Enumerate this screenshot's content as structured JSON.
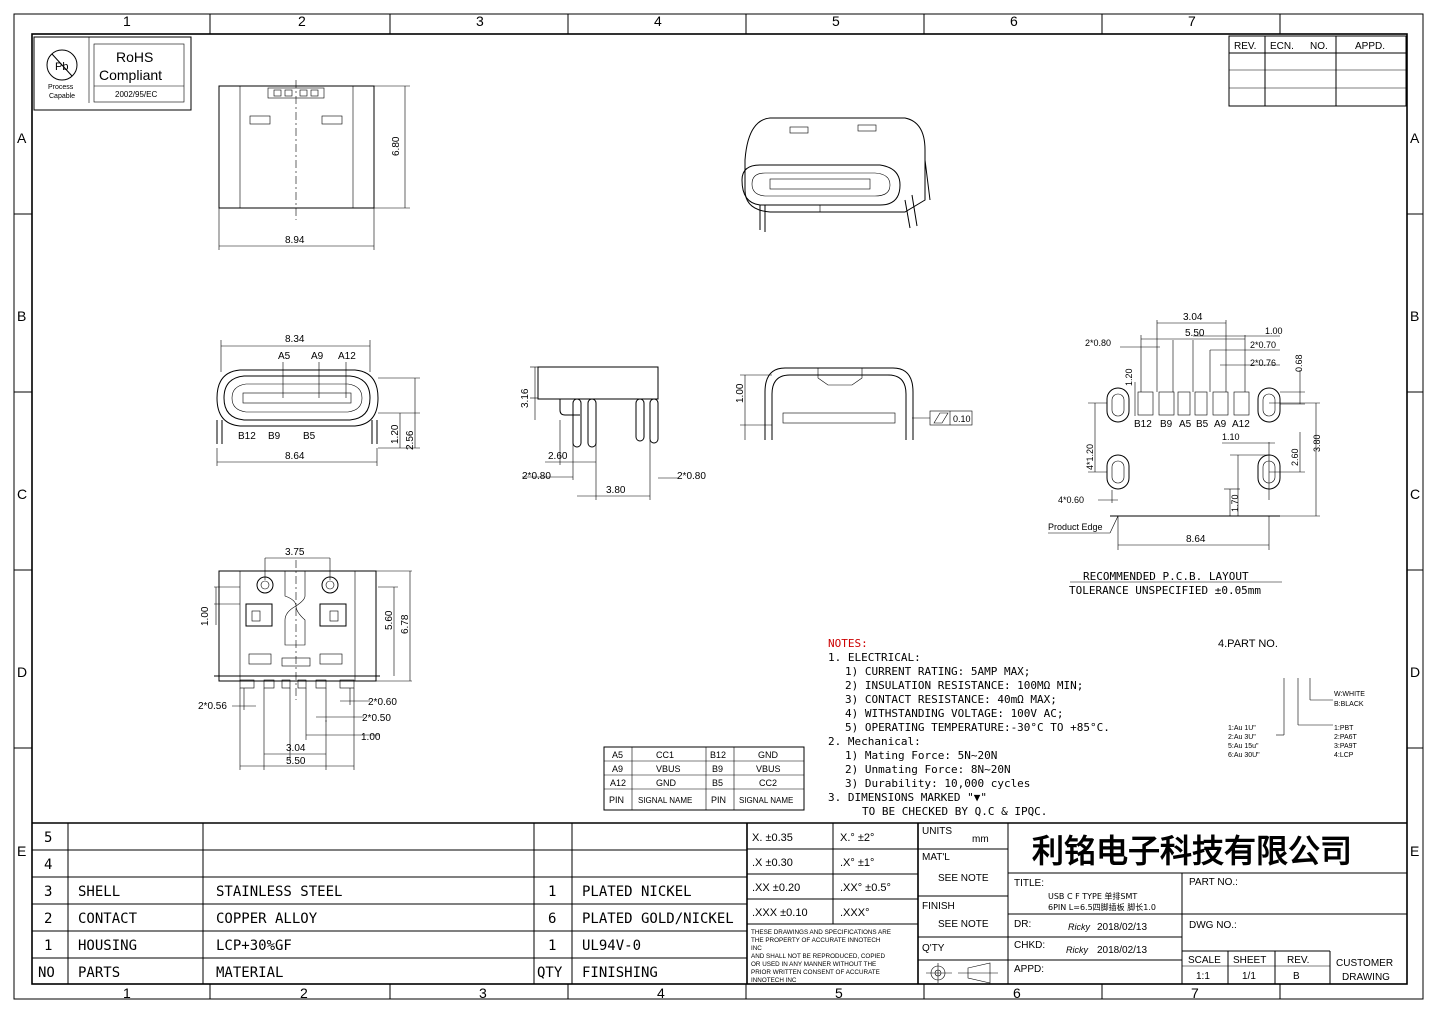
{
  "grid": {
    "columns": [
      "1",
      "2",
      "3",
      "4",
      "5",
      "6",
      "7"
    ],
    "rows": [
      "A",
      "B",
      "C",
      "D",
      "E"
    ]
  },
  "rohs": {
    "symbol": "Pb",
    "process_capable": [
      "Process",
      "Capable"
    ],
    "title_line1": "RoHS",
    "title_line2": "Compliant",
    "directive": "2002/95/EC"
  },
  "revision_block": {
    "headers": [
      "REV.",
      "ECN.",
      "NO.",
      "APPD."
    ]
  },
  "dims": {
    "top_height": "6.80",
    "top_width": "8.94",
    "front_top": "8.34",
    "front_bottom": "8.64",
    "front_h1": "1.20",
    "front_h2": "2.56",
    "front_pins_top": [
      "A5",
      "A9",
      "A12"
    ],
    "front_pins_bottom": [
      "B12",
      "B9",
      "B5"
    ],
    "side_h": "3.16",
    "side_2_60": "2.60",
    "side_pin_w_left": "2*0.80",
    "side_pin_w_right": "2*0.80",
    "side_3_80": "3.80",
    "rear_h": "1.00",
    "flatness": "0.10",
    "bottom_3_75": "3.75",
    "bottom_1_00": "1.00",
    "bottom_5_60": "5.60",
    "bottom_6_78": "6.78",
    "bottom_2_056": "2*0.56",
    "bottom_2_060": "2*0.60",
    "bottom_2_050": "2*0.50",
    "bottom_1_00b": "1.00",
    "bottom_3_04": "3.04",
    "bottom_5_50": "5.50"
  },
  "pcb": {
    "d_5_50": "5.50",
    "d_3_04": "3.04",
    "d_1_00": "1.00",
    "d_2_070": "2*0.70",
    "d_2_076": "2*0.76",
    "d_2_080": "2*0.80",
    "d_1_20": "1.20",
    "d_0_68": "0.68",
    "d_4_120": "4*1.20",
    "d_4_060": "4*0.60",
    "d_1_10": "1.10",
    "d_2_60": "2.60",
    "d_3_80": "3.80",
    "d_1_70": "1.70",
    "d_8_64": "8.64",
    "pad_labels": [
      "B12",
      "B9",
      "A5",
      "B5",
      "A9",
      "A12"
    ],
    "product_edge": "Product Edge",
    "title": "RECOMMENDED  P.C.B. LAYOUT",
    "tolerance": "TOLERANCE UNSPECIFIED ±0.05mm"
  },
  "pin_table": {
    "rows": [
      [
        "A5",
        "CC1",
        "B12",
        "GND"
      ],
      [
        "A9",
        "VBUS",
        "B9",
        "VBUS"
      ],
      [
        "A12",
        "GND",
        "B5",
        "CC2"
      ],
      [
        "PIN",
        "SIGNAL NAME",
        "PIN",
        "SIGNAL NAME"
      ]
    ]
  },
  "notes": {
    "heading": "NOTES:",
    "lines": [
      "1. ELECTRICAL:",
      "1) CURRENT RATING: 5AMP MAX;",
      "2) INSULATION RESISTANCE: 100MΩ MIN;",
      "3) CONTACT RESISTANCE: 40mΩ MAX;",
      "4) WITHSTANDING VOLTAGE: 100V AC;",
      "5) OPERATING TEMPERATURE:-30°C TO +85°C.",
      "2. Mechanical:",
      "1) Mating Force:  5N~20N",
      "2) Unmating Force:  8N~20N",
      "3) Durability: 10,000 cycles",
      "3. DIMENSIONS MARKED \"▼\"",
      "TO BE CHECKED BY Q.C & IPQC."
    ]
  },
  "part_no": {
    "title": "4.PART NO.",
    "color_opts": [
      "W:WHITE",
      "B:BLACK"
    ],
    "material_opts": [
      "1:PBT",
      "2:PA6T",
      "3:PA9T",
      "4:LCP"
    ],
    "plating_opts": [
      "1:Au 1U\"",
      "2:Au 3U\"",
      "5:Au 15u\"",
      "6:Au 30U\""
    ]
  },
  "bom": {
    "rows": [
      {
        "no": "5",
        "part": "",
        "material": "",
        "qty": "",
        "finish": ""
      },
      {
        "no": "4",
        "part": "",
        "material": "",
        "qty": "",
        "finish": ""
      },
      {
        "no": "3",
        "part": "SHELL",
        "material": "STAINLESS STEEL",
        "qty": "1",
        "finish": "PLATED NICKEL"
      },
      {
        "no": "2",
        "part": "CONTACT",
        "material": "COPPER ALLOY",
        "qty": "6",
        "finish": "PLATED GOLD/NICKEL"
      },
      {
        "no": "1",
        "part": "HOUSING",
        "material": "LCP+30%GF",
        "qty": "1",
        "finish": "UL94V-0"
      }
    ],
    "header": {
      "no": "NO",
      "part": "PARTS",
      "material": "MATERIAL",
      "qty": "QTY",
      "finish": "FINISHING"
    }
  },
  "tolerances": [
    [
      "X. ±0.35",
      "X.° ±2°"
    ],
    [
      ".X ±0.30",
      ".X° ±1°"
    ],
    [
      ".XX ±0.20",
      ".XX° ±0.5°"
    ],
    [
      ".XXX ±0.10",
      ".XXX°"
    ]
  ],
  "disclaimer": [
    "THESE DRAWINGS AND SPECIFICATIONS ARE",
    "THE PROPERTY OF ACCURATE INNOTECH",
    "INC",
    "AND SHALL NOT BE REPRODUCED, COPIED",
    "OR USED IN ANY MANNER WITHOUT THE",
    "PRIOR WRITTEN CONSENT OF ACCURATE",
    "INNOTECH INC"
  ],
  "title_block": {
    "units_label": "UNITS",
    "units_value": "mm",
    "matl_label": "MAT'L",
    "matl_value": "SEE NOTE",
    "finish_label": "FINISH",
    "finish_value": "SEE NOTE",
    "qty_label": "Q'TY",
    "company": "利铭电子科技有限公司",
    "title_label": "TITLE:",
    "title_line1": "USB C F TYPE 单排SMT",
    "title_line2": "6PIN L=6.5四脚插板 脚长1.0",
    "dr_label": "DR:",
    "dr_name": "Ricky",
    "dr_date": "2018/02/13",
    "chkd_label": "CHKD:",
    "chkd_name": "Ricky",
    "chkd_date": "2018/02/13",
    "appd_label": "APPD:",
    "part_no_label": "PART NO.:",
    "dwg_no_label": "DWG NO.:",
    "scale_label": "SCALE",
    "scale_value": "1:1",
    "sheet_label": "SHEET",
    "sheet_value": "1/1",
    "rev_label": "REV.",
    "rev_value": "B",
    "customer_drawing": [
      "CUSTOMER",
      "DRAWING"
    ]
  }
}
